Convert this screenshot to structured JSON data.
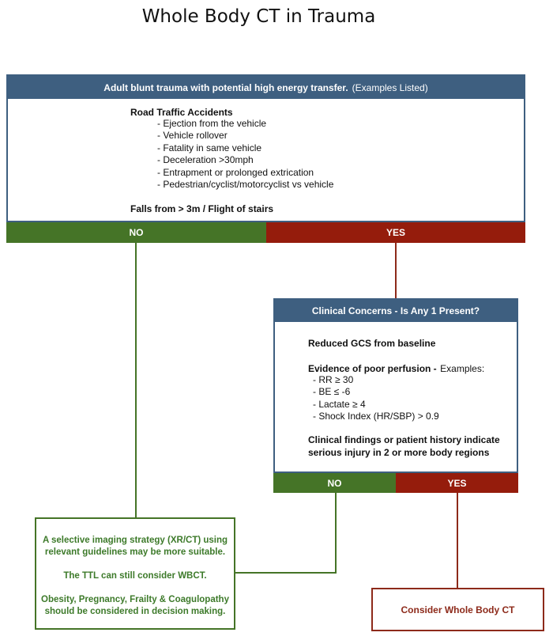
{
  "title": "Whole Body CT in Trauma",
  "box1": {
    "header_bold": "Adult blunt trauma with potential high energy transfer.",
    "header_note": "(Examples Listed)",
    "rta_heading": "Road Traffic Accidents",
    "rta_items": [
      "- Ejection from the vehicle",
      "- Vehicle rollover",
      "- Fatality in same vehicle",
      "- Deceleration >30mph",
      "- Entrapment or prolonged extrication",
      "- Pedestrian/cyclist/motorcyclist vs vehicle"
    ],
    "falls": "Falls from > 3m / Flight of stairs",
    "no_label": "NO",
    "yes_label": "YES"
  },
  "box2": {
    "header": "Clinical Concerns - Is Any 1 Present?",
    "gcs": "Reduced GCS from baseline",
    "perfusion_bold": "Evidence of poor perfusion -",
    "perfusion_note": "Examples:",
    "perfusion_items": [
      "- RR ≥ 30",
      "- BE ≤ -6",
      "- Lactate ≥ 4",
      "- Shock Index (HR/SBP) > 0.9"
    ],
    "findings_line1": "Clinical findings or patient history indicate",
    "findings_line2": "serious injury in 2 or more body regions",
    "no_label": "NO",
    "yes_label": "YES"
  },
  "outcome_no": {
    "p1": "A selective imaging strategy (XR/CT) using relevant guidelines may be more suitable.",
    "p2": "The TTL can still consider WBCT.",
    "p3": "Obesity, Pregnancy, Frailty & Coagulopathy should be considered in decision making."
  },
  "outcome_yes": {
    "label": "Consider Whole Body CT"
  },
  "colors": {
    "header_blue": "#3e5f80",
    "no_green": "#457427",
    "yes_red": "#951c0c",
    "text_green": "#3d7a2a"
  }
}
